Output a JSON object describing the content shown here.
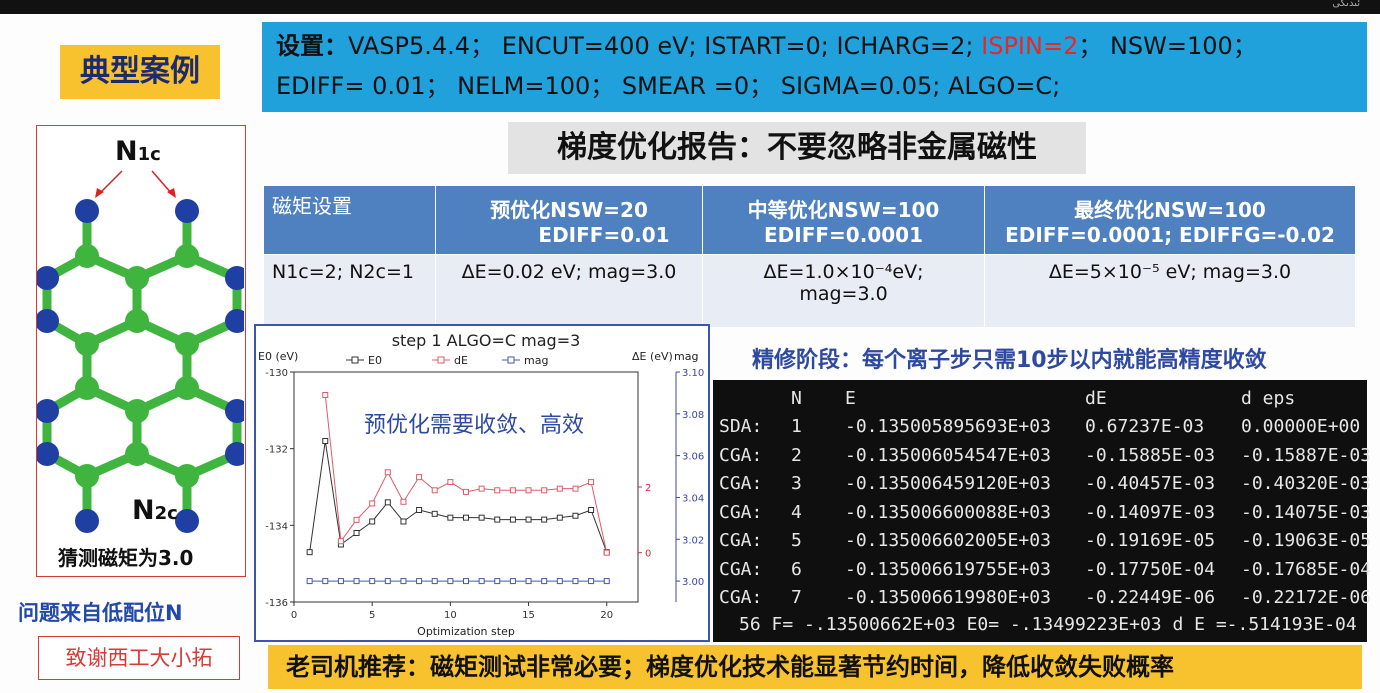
{
  "header": {
    "corner_text": "ئىدىكى"
  },
  "case_title": "典型案例",
  "settings": {
    "head": "设置：",
    "line1_a": "VASP5.4.4； ENCUT=400 eV; ISTART=0; ICHARG=2; ",
    "line1_red": "ISPIN=2",
    "line1_b": "； NSW=100；",
    "line2": "EDIFF= 0.01； NELM=100； SMEAR =0； SIGMA=0.05; ALGO=C;"
  },
  "report_title": "梯度优化报告：不要忽略非金属磁性",
  "structure": {
    "n1_main": "N",
    "n1_sub": "1c",
    "n2_main": "N",
    "n2_sub": "2c",
    "guess": "猜测磁矩为3.0"
  },
  "low_coord_note": "问题来自低配位N",
  "thanks": "致谢西工大小拓",
  "table": {
    "headers": [
      {
        "l1": "磁矩设置",
        "l2": ""
      },
      {
        "l1": "预优化NSW=20",
        "l2": "EDIFF=0.01"
      },
      {
        "l1": "中等优化NSW=100",
        "l2": "EDIFF=0.0001"
      },
      {
        "l1": "最终优化NSW=100",
        "l2": "EDIFF=0.0001; EDIFFG=-0.02"
      }
    ],
    "row": [
      {
        "l1": "N1c=2; N2c=1",
        "l2": ""
      },
      {
        "l1": "ΔE=0.02 eV; mag=3.0",
        "l2": ""
      },
      {
        "l1": "ΔE=1.0×10⁻⁴eV;",
        "l2": "mag=3.0"
      },
      {
        "l1": "ΔE=5×10⁻⁵ eV; mag=3.0",
        "l2": ""
      }
    ]
  },
  "chart_data": {
    "type": "line",
    "title": "step 1 ALGO=C mag=3",
    "xlabel": "Optimization step",
    "ylabel_left": "E0 (eV)",
    "ylabel_right1": "ΔE (eV)",
    "ylabel_right2": "mag",
    "xlim": [
      0,
      22
    ],
    "ylim_left": [
      -136,
      -130
    ],
    "ylim_right1": [
      -1.5,
      5.5
    ],
    "ylim_right2": [
      2.99,
      3.1
    ],
    "x_ticks": [
      0,
      5,
      10,
      15,
      20
    ],
    "y_ticks_left": [
      -136,
      -134,
      -132,
      -130
    ],
    "y_ticks_right1": [
      0,
      2
    ],
    "y_ticks_right2": [
      3.0,
      3.02,
      3.04,
      3.06,
      3.08,
      3.1
    ],
    "legend": [
      "E0",
      "dE",
      "mag"
    ],
    "colors": {
      "E0": "#333333",
      "dE": "#e05a6a",
      "mag": "#4a55b0",
      "axis_right1": "#d62a3a",
      "axis_right2": "#3d45a8"
    },
    "x": [
      1,
      2,
      3,
      4,
      5,
      6,
      7,
      8,
      9,
      10,
      11,
      12,
      13,
      14,
      15,
      16,
      17,
      18,
      19,
      20
    ],
    "series": [
      {
        "name": "E0",
        "axis": "left",
        "values": [
          -134.7,
          -131.8,
          -134.5,
          -134.2,
          -133.9,
          -133.4,
          -133.9,
          -133.6,
          -133.7,
          -133.8,
          -133.8,
          -133.8,
          -133.85,
          -133.85,
          -133.85,
          -133.85,
          -133.8,
          -133.75,
          -133.6,
          -134.7
        ]
      },
      {
        "name": "dE",
        "axis": "right1",
        "values": [
          null,
          4.8,
          0.35,
          1.0,
          1.5,
          2.45,
          1.55,
          2.3,
          1.9,
          2.15,
          1.85,
          1.95,
          1.9,
          1.9,
          1.9,
          1.9,
          1.95,
          1.95,
          2.15,
          0.0
        ]
      },
      {
        "name": "mag",
        "axis": "right2",
        "values": [
          3.0,
          3.0,
          3.0,
          3.0,
          3.0,
          3.0,
          3.0,
          3.0,
          3.0,
          3.0,
          3.0,
          3.0,
          3.0,
          3.0,
          3.0,
          3.0,
          3.0,
          3.0,
          3.0,
          3.0
        ]
      }
    ]
  },
  "chart_note": "预优化需要收敛、高效",
  "refine_note": "精修阶段：每个离子步只需10步以内就能高精度收敛",
  "terminal": {
    "header": [
      "",
      "N",
      "E",
      "dE",
      "d eps"
    ],
    "rows": [
      [
        "SDA:",
        "1",
        "-0.135005895693E+03",
        "0.67237E-03",
        "0.00000E+00"
      ],
      [
        "CGA:",
        "2",
        "-0.135006054547E+03",
        "-0.15885E-03",
        "-0.15887E-03"
      ],
      [
        "CGA:",
        "3",
        "-0.135006459120E+03",
        "-0.40457E-03",
        "-0.40320E-03"
      ],
      [
        "CGA:",
        "4",
        "-0.135006600088E+03",
        "-0.14097E-03",
        "-0.14075E-03"
      ],
      [
        "CGA:",
        "5",
        "-0.135006602005E+03",
        "-0.19169E-05",
        "-0.19063E-05"
      ],
      [
        "CGA:",
        "6",
        "-0.135006619755E+03",
        "-0.17750E-04",
        "-0.17685E-04"
      ],
      [
        "CGA:",
        "7",
        "-0.135006619980E+03",
        "-0.22449E-06",
        "-0.22172E-06"
      ]
    ],
    "footer": "56 F= -.13500662E+03 E0= -.13499223E+03  d E =-.514193E-04"
  },
  "recommend": "老司机推荐：磁矩测试非常必要；梯度优化技术能显著节约时间，降低收敛失败概率"
}
